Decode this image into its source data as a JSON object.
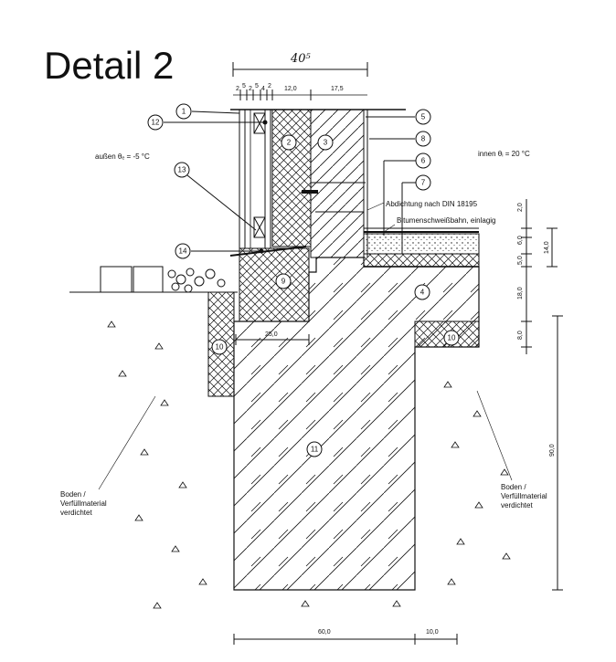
{
  "title": "Detail 2",
  "temps": {
    "outside": "außen θₑ = -5 °C",
    "inside": "innen θᵢ = 20 °C"
  },
  "annotations": {
    "sealing": "Abdichtung nach DIN 18195",
    "bitumen": "Bitumenschweißbahn, einlagig",
    "soil_left": [
      "Boden /",
      "Verfüllmaterial",
      "verdichtet"
    ],
    "soil_right": [
      "Boden /",
      "Verfüllmaterial",
      "verdichtet"
    ]
  },
  "dimensions": {
    "total_top": "40⁵",
    "top_parts": [
      "2",
      "5",
      "2",
      "5",
      "4",
      "2",
      "12,0",
      "17,5"
    ],
    "footing_step": "25,0",
    "right_stack": [
      "2,0",
      "6,0",
      "5,0",
      "14,0",
      "18,0",
      "8,0",
      "90,0"
    ],
    "bottom": [
      "60,0",
      "10,0"
    ]
  },
  "callouts": [
    "1",
    "2",
    "3",
    "4",
    "5",
    "6",
    "7",
    "8",
    "9",
    "10",
    "10",
    "11",
    "12",
    "13",
    "14"
  ],
  "colors": {
    "ink": "#111111",
    "paper": "#ffffff"
  }
}
